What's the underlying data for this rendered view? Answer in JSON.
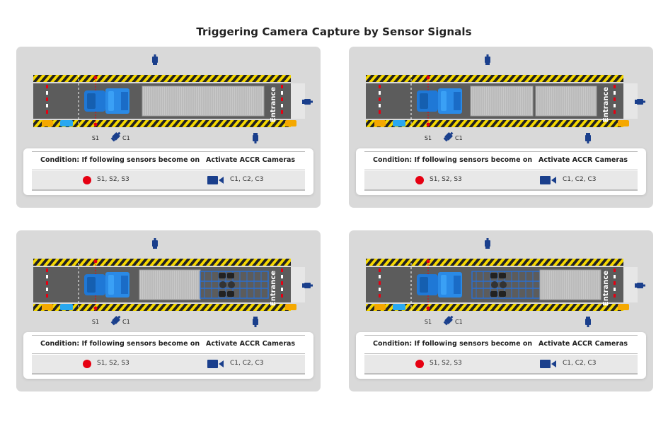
{
  "title": "Triggering Camera Capture by Sensor Signals",
  "colors": {
    "panel_bg": "#d9d9d9",
    "hazard_yellow": "#f5d800",
    "sensor_red": "#e60012",
    "truck_blue": "#1f78d6",
    "camera_navy": "#1a3f8c"
  },
  "panels": [
    {
      "scenario": "truck-with-container",
      "sensor_label": "S1",
      "cameras": [
        "C1",
        "C2",
        "C3"
      ],
      "entrance_label": "Entrance",
      "table": {
        "condition_header": "Condition: If following sensors become on",
        "action_header": "Activate ACCR Cameras",
        "sensors": "S1, S2, S3",
        "camera_list": "C1, C2, C3"
      }
    },
    {
      "scenario": "truck-with-two-containers",
      "sensor_label": "S1",
      "cameras": [
        "C1",
        "C2",
        "C3"
      ],
      "entrance_label": "Entrance",
      "table": {
        "condition_header": "Condition: If following sensors become on",
        "action_header": "Activate ACCR Cameras",
        "sensors": "S1, S2, S3",
        "camera_list": "C1, C2, C3"
      }
    },
    {
      "scenario": "truck-with-container-and-empty-chassis",
      "sensor_label": "S1",
      "cameras": [
        "C1",
        "C2",
        "C3"
      ],
      "entrance_label": "Entrance",
      "table": {
        "condition_header": "Condition: If following sensors become on",
        "action_header": "Activate ACCR Cameras",
        "sensors": "S1, S2, S3",
        "camera_list": "C1, C2, C3"
      }
    },
    {
      "scenario": "truck-with-chassis-then-container",
      "sensor_label": "S1",
      "cameras": [
        "C1",
        "C2",
        "C3"
      ],
      "entrance_label": "Entrance",
      "table": {
        "condition_header": "Condition: If following sensors become on",
        "action_header": "Activate ACCR Cameras",
        "sensors": "S1, S2, S3",
        "camera_list": "C1, C2, C3"
      }
    }
  ]
}
